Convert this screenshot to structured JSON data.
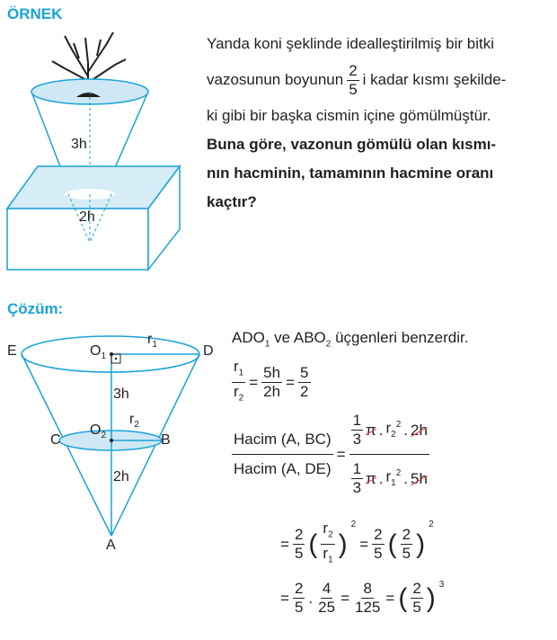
{
  "example": {
    "heading": "ÖRNEK",
    "line1": "Yanda koni şeklinde idealleştirilmiş bir bitki",
    "line2_pre": "vazosunun boyunun",
    "frac_num": "2",
    "frac_den": "5",
    "line2_post": "i kadar kısmı şekilde-",
    "line3": "ki gibi bir başka cismin içine gömülmüştür.",
    "q1": "Buna göre, vazonun gömülü olan kısmı-",
    "q2": "nın hacminin, tamamının hacmine oranı",
    "q3": "kaçtır?",
    "label_3h": "3h",
    "label_2h": "2h"
  },
  "solution": {
    "heading": "Çözüm:",
    "similar_pre": "ADO",
    "similar_sub1": "1",
    "similar_mid": " ve ABO",
    "similar_sub2": "2",
    "similar_post": " üçgenleri benzerdir.",
    "points": {
      "E": "E",
      "D": "D",
      "C": "C",
      "B": "B",
      "A": "A",
      "O1": "O",
      "O1_sub": "1",
      "O2": "O",
      "O2_sub": "2",
      "r1": "r",
      "r1_sub": "1",
      "r2": "r",
      "r2_sub": "2"
    },
    "label_3h": "3h",
    "label_2h": "2h",
    "ratio": {
      "r1": "r",
      "r1_sub": "1",
      "r2": "r",
      "r2_sub": "2",
      "n1": "5h",
      "d1": "2h",
      "n2": "5",
      "d2": "2"
    },
    "volume": {
      "num_label": "Hacim (A, BC)",
      "den_label": "Hacim (A, DE)",
      "one": "1",
      "three": "3",
      "pi": "π",
      "dot_r2": "r",
      "sub2": "2",
      "sq": "2",
      "term_2h": "2h",
      "dot_r1": "r",
      "sub1": "1",
      "term_5h": "5h"
    },
    "step2": {
      "a_num": "2",
      "a_den": "5",
      "r2": "r",
      "r2_sub": "2",
      "r1": "r",
      "r1_sub": "1",
      "exp": "2",
      "b_num": "2",
      "b_den": "5",
      "c_num": "2",
      "c_den": "5",
      "exp2": "2"
    },
    "step3": {
      "a_num": "2",
      "a_den": "5",
      "b_num": "4",
      "b_den": "25",
      "c_num": "8",
      "c_den": "125",
      "d_num": "2",
      "d_den": "5",
      "exp": "3"
    }
  },
  "colors": {
    "heading": "#1aa3d9",
    "cone_fill": "#d6ecf7",
    "cone_stroke": "#1aa3d9",
    "strike": "#e23b3b"
  }
}
